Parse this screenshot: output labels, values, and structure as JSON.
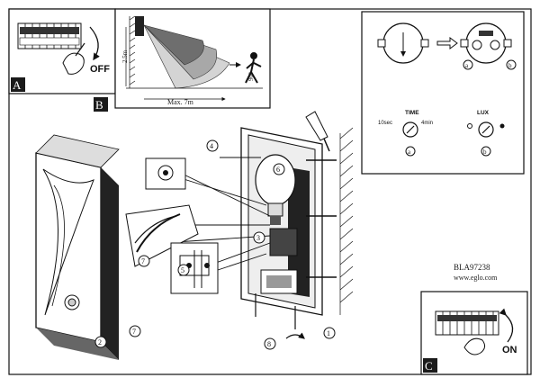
{
  "panels": {
    "a": {
      "letter": "A",
      "switch_state": "OFF"
    },
    "b": {
      "letter": "B",
      "range_label": "Max. 7m",
      "height_label": "2.5m",
      "angle_label": "90°"
    },
    "c": {
      "letter": "C",
      "switch_state": "ON"
    }
  },
  "sensor_panel": {
    "time_label": "TIME",
    "time_min": "10sec",
    "time_max": "4min",
    "lux_label": "LUX",
    "knob_a": "a",
    "knob_b": "b"
  },
  "steps": [
    "1",
    "2",
    "3",
    "4",
    "5",
    "6",
    "7",
    "8"
  ],
  "product": {
    "code": "BLA97238",
    "website": "www.eglo.com"
  },
  "colors": {
    "line": "#111111",
    "fill_light": "#ffffff",
    "fill_dark": "#1a1a1a"
  },
  "icons": [
    "screwdriver-icon",
    "light-bulb-icon",
    "walking-person-icon",
    "arrow-icon"
  ]
}
